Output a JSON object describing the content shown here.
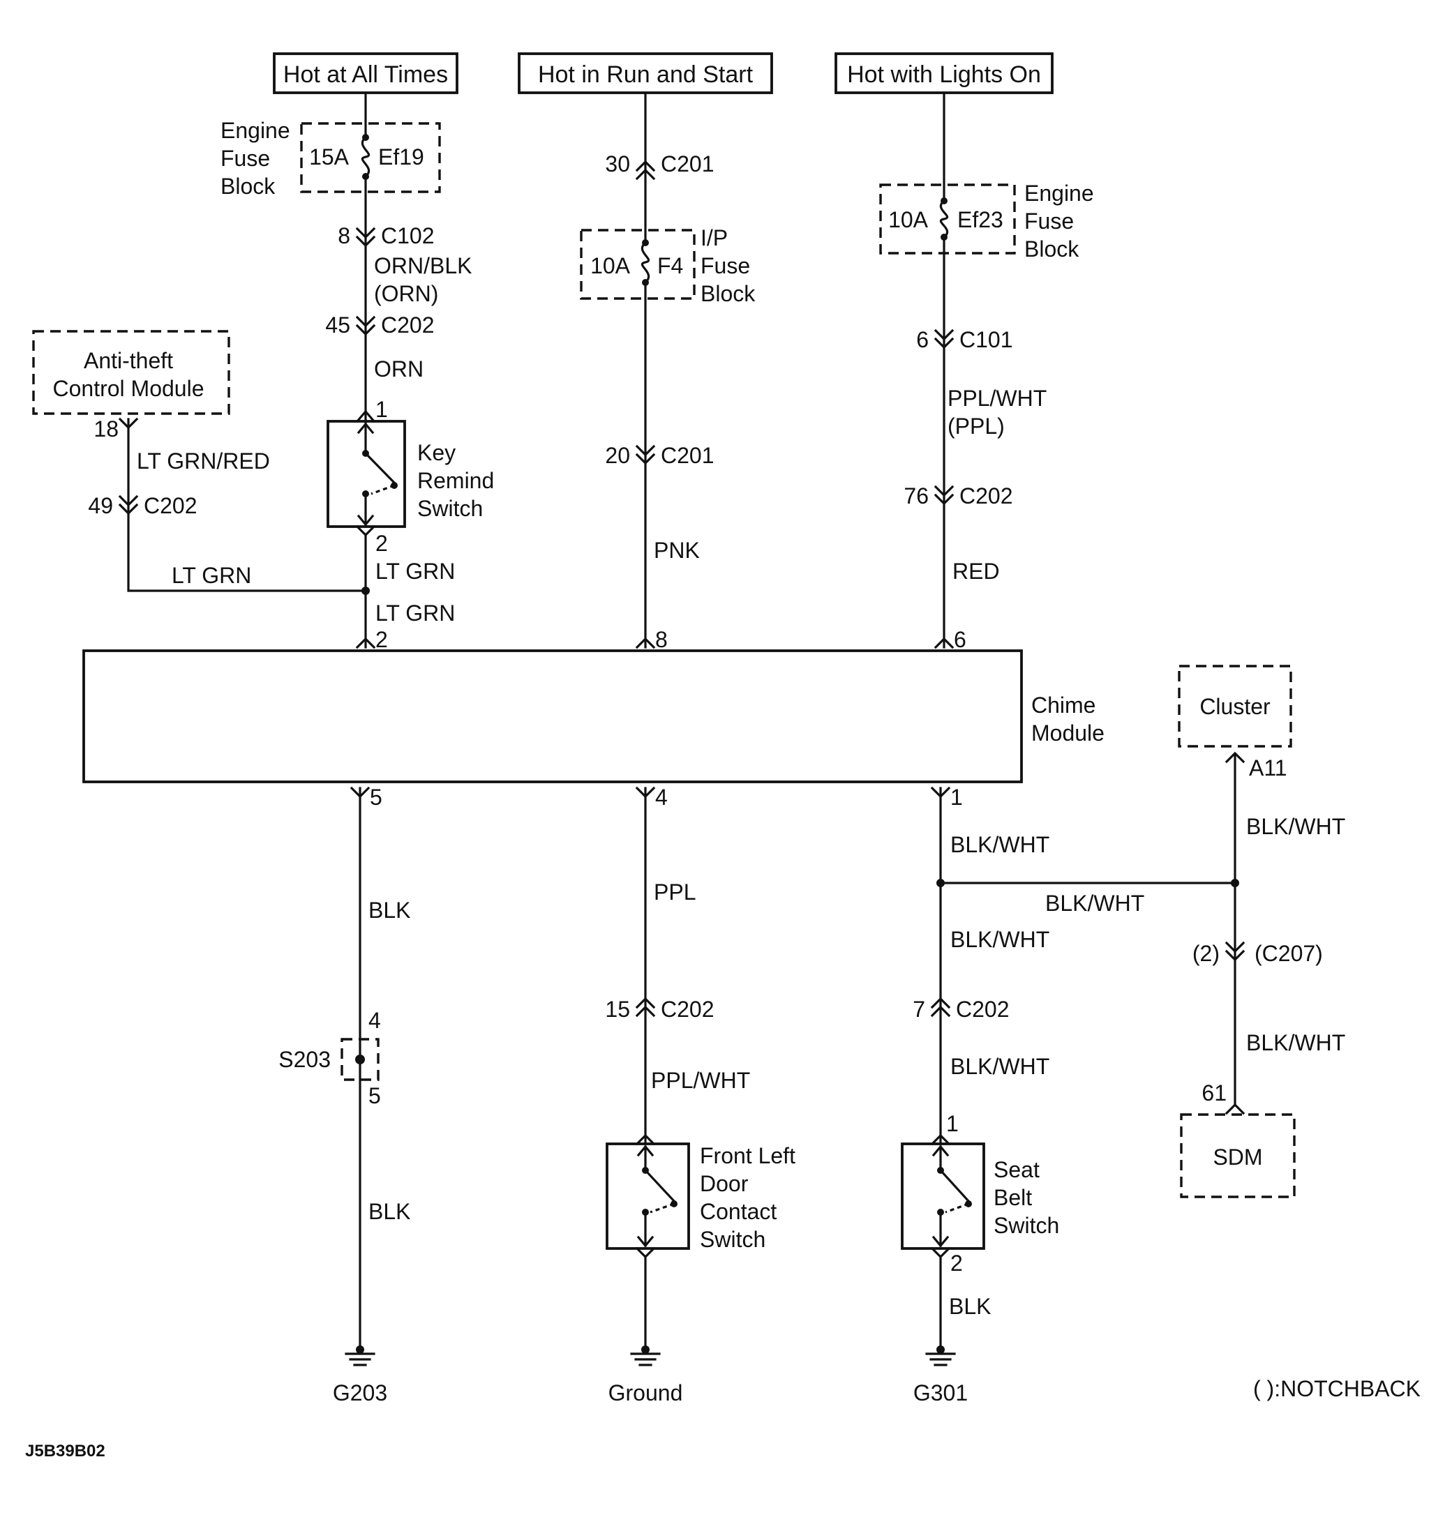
{
  "power": {
    "hot_at_all_times": "Hot at All Times",
    "hot_in_run_and_start": "Hot in Run and Start",
    "hot_with_lights_on": "Hot with Lights On"
  },
  "fuses": {
    "ef19": {
      "rating": "15A",
      "id": "Ef19",
      "block": [
        "Engine",
        "Fuse",
        "Block"
      ]
    },
    "f4": {
      "rating": "10A",
      "id": "F4",
      "block": [
        "I/P",
        "Fuse",
        "Block"
      ]
    },
    "ef23": {
      "rating": "10A",
      "id": "Ef23",
      "block": [
        "Engine",
        "Fuse",
        "Block"
      ]
    }
  },
  "modules": {
    "antitheft": [
      "Anti-theft",
      "Control Module"
    ],
    "chime": [
      "Chime",
      "Module"
    ],
    "cluster": "Cluster",
    "sdm": "SDM"
  },
  "switches": {
    "key_remind": [
      "Key",
      "Remind",
      "Switch"
    ],
    "door": [
      "Front Left",
      "Door",
      "Contact",
      "Switch"
    ],
    "seat_belt": [
      "Seat",
      "Belt",
      "Switch"
    ]
  },
  "connectors": {
    "c102_pin": "8",
    "c102": "C102",
    "c202_45_pin": "45",
    "c202_45": "C202",
    "c201_30_pin": "30",
    "c201_30": "C201",
    "c201_20_pin": "20",
    "c201_20": "C201",
    "c101_pin": "6",
    "c101": "C101",
    "c202_76_pin": "76",
    "c202_76": "C202",
    "antitheft_pin": "18",
    "c202_49_pin": "49",
    "c202_49": "C202",
    "key_pin1": "1",
    "key_pin2": "2",
    "chime_pin2": "2",
    "chime_pin8": "8",
    "chime_pin6": "6",
    "chime_pin5": "5",
    "chime_pin4": "4",
    "chime_pin1": "1",
    "cluster_pin": "A11",
    "c207_pin": "(2)",
    "c207": "(C207)",
    "c202_15_pin": "15",
    "c202_15": "C202",
    "c202_7_pin": "7",
    "c202_7": "C202",
    "s203_pin4": "4",
    "s203": "S203",
    "s203_pin5": "5",
    "seat_pin1": "1",
    "seat_pin2": "2",
    "sdm_pin": "61"
  },
  "wires": {
    "orn_blk": "ORN/BLK",
    "orn_paren": "(ORN)",
    "orn": "ORN",
    "lt_grn_red": "LT GRN/RED",
    "lt_grn_a": "LT GRN",
    "lt_grn_b": "LT GRN",
    "lt_grn_c": "LT GRN",
    "pnk": "PNK",
    "ppl_wht_a": "PPL/WHT",
    "ppl_paren": "(PPL)",
    "red": "RED",
    "blk_a": "BLK",
    "blk_b": "BLK",
    "ppl": "PPL",
    "ppl_wht_b": "PPL/WHT",
    "blk_wht_1": "BLK/WHT",
    "blk_wht_2": "BLK/WHT",
    "blk_wht_3": "BLK/WHT",
    "blk_wht_4": "BLK/WHT",
    "blk_wht_5": "BLK/WHT",
    "blk_wht_6": "BLK/WHT",
    "blk_c": "BLK"
  },
  "grounds": {
    "g203": "G203",
    "ground": "Ground",
    "g301": "G301"
  },
  "notes": {
    "notchback": "( ):NOTCHBACK",
    "figure_id": "J5B39B02"
  }
}
